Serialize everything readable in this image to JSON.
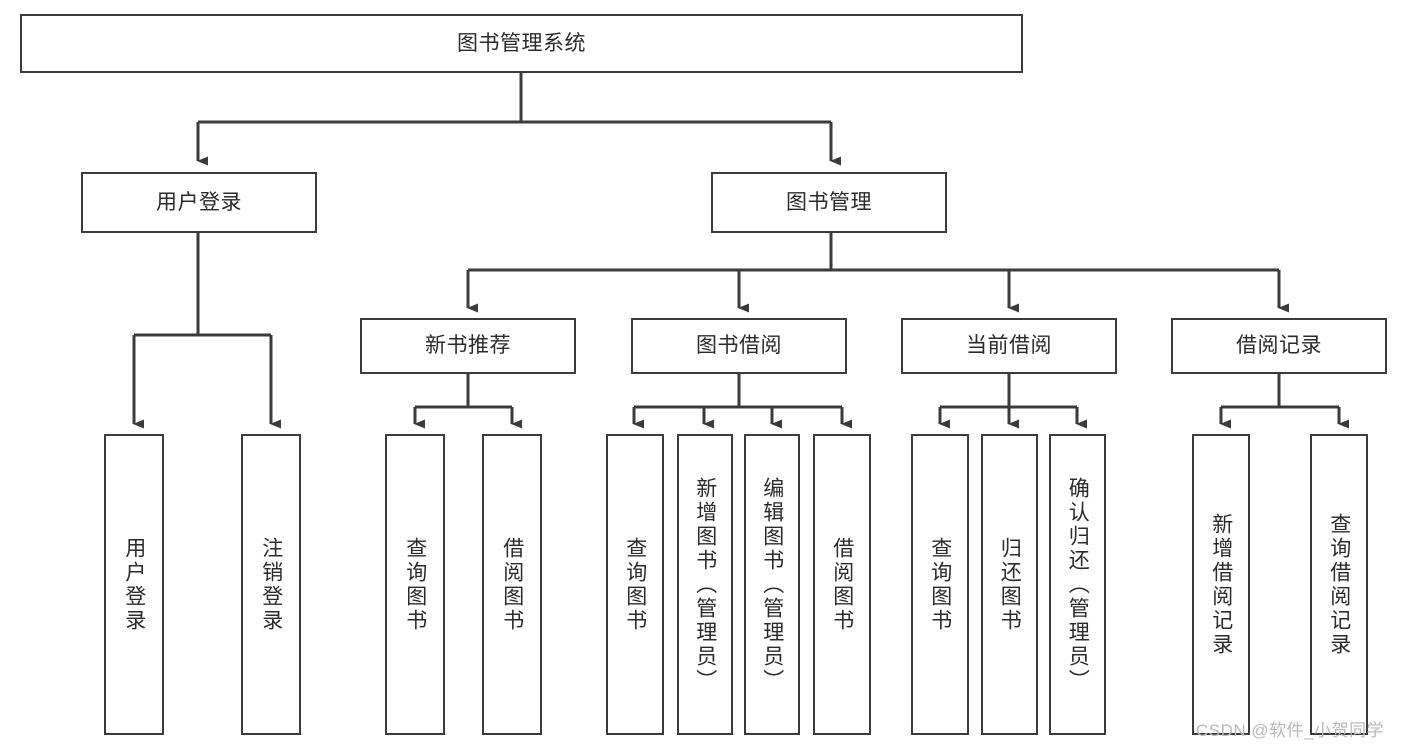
{
  "diagram": {
    "title": "图书管理系统",
    "type": "tree-hierarchy-diagram",
    "colors": {
      "box_border": "#3b3b3b",
      "box_fill": "#ffffff",
      "connector": "#3b3b3b",
      "text": "#2b2b2b",
      "watermark": "#b9b9b9"
    },
    "nodes": {
      "root": {
        "label": "图书管理系统"
      },
      "level1": [
        {
          "label": "用户登录"
        },
        {
          "label": "图书管理"
        }
      ],
      "level2": [
        {
          "label": "新书推荐"
        },
        {
          "label": "图书借阅"
        },
        {
          "label": "当前借阅"
        },
        {
          "label": "借阅记录"
        }
      ],
      "leaves": {
        "user_login": [
          {
            "label": "用户登录"
          },
          {
            "label": "注销登录"
          }
        ],
        "new_book_recommend": [
          {
            "label": "查询图书"
          },
          {
            "label": "借阅图书"
          }
        ],
        "book_borrow": [
          {
            "label": "查询图书"
          },
          {
            "label": "新增图书（管理员）"
          },
          {
            "label": "编辑图书（管理员）"
          },
          {
            "label": "借阅图书"
          }
        ],
        "current_borrow": [
          {
            "label": "查询图书"
          },
          {
            "label": "归还图书"
          },
          {
            "label": "确认归还（管理员）"
          }
        ],
        "borrow_record": [
          {
            "label": "新增借阅记录"
          },
          {
            "label": "查询借阅记录"
          }
        ]
      }
    },
    "watermark": "CSDN @软件_小贺同学"
  }
}
